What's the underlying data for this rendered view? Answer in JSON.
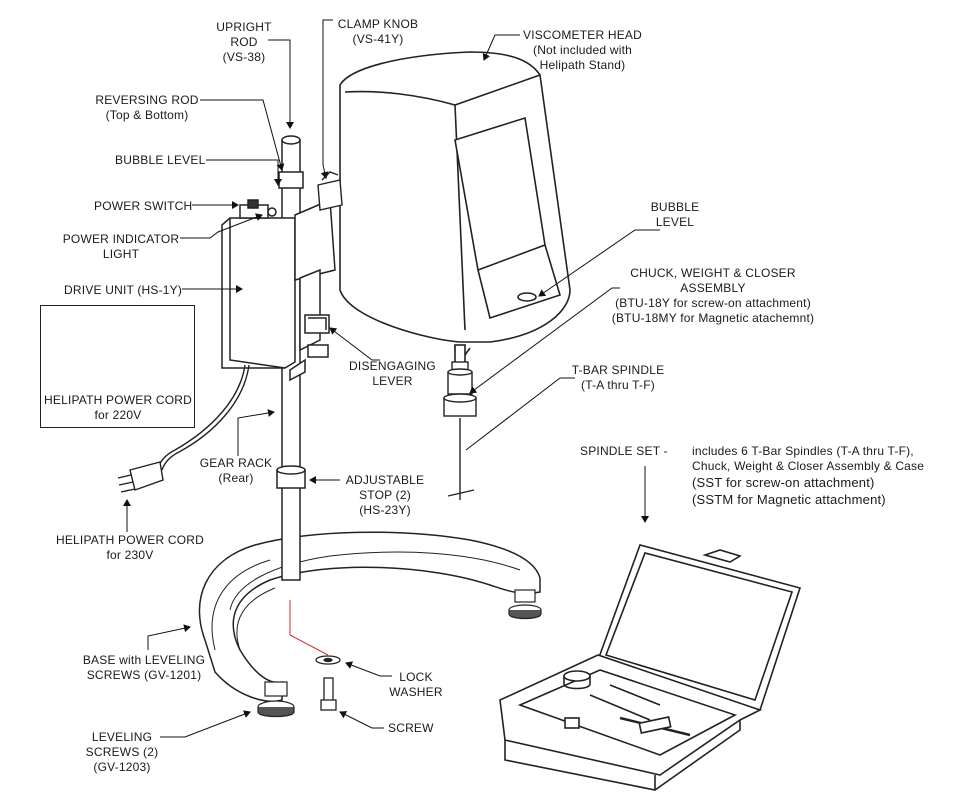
{
  "labels": {
    "upright_rod": [
      "UPRIGHT",
      "ROD",
      "(VS-38)"
    ],
    "clamp_knob": [
      "CLAMP KNOB",
      "(VS-41Y)"
    ],
    "viscometer_head": [
      "VISCOMETER HEAD",
      "(Not included with",
      "Helipath Stand)"
    ],
    "reversing_rod": [
      "REVERSING ROD",
      "(Top & Bottom)"
    ],
    "bubble_level_left": [
      "BUBBLE LEVEL"
    ],
    "power_switch": [
      "POWER SWITCH"
    ],
    "power_indicator": [
      "POWER INDICATOR",
      "LIGHT"
    ],
    "drive_unit": [
      "DRIVE UNIT (HS-1Y)"
    ],
    "bubble_level_right": [
      "BUBBLE",
      "LEVEL"
    ],
    "chuck_assembly": [
      "CHUCK, WEIGHT & CLOSER",
      "ASSEMBLY",
      "(BTU-18Y for screw-on attachment)",
      "(BTU-18MY for Magnetic atachemnt)"
    ],
    "power_cord_220": [
      "HELIPATH POWER CORD",
      "for 220V"
    ],
    "disengaging_lever": [
      "DISENGAGING",
      "LEVER"
    ],
    "tbar_spindle": [
      "T-BAR SPINDLE",
      "(T-A thru T-F)"
    ],
    "spindle_set": [
      "SPINDLE SET  -"
    ],
    "spindle_set_desc": [
      "includes 6 T-Bar Spindles (T-A thru T-F),",
      "Chuck, Weight & Closer Assembly & Case"
    ],
    "spindle_set_codes": [
      "(SST for screw-on attachment)",
      "(SSTM for Magnetic attachment)"
    ],
    "gear_rack": [
      "GEAR RACK",
      "(Rear)"
    ],
    "adjustable_stop": [
      "ADJUSTABLE",
      "STOP (2)",
      "(HS-23Y)"
    ],
    "power_cord_230": [
      "HELIPATH POWER CORD",
      "for 230V"
    ],
    "base": [
      "BASE with LEVELING",
      "SCREWS (GV-1201)"
    ],
    "lock_washer": [
      "LOCK",
      "WASHER"
    ],
    "screw": [
      "SCREW"
    ],
    "leveling_screws": [
      "LEVELING",
      "SCREWS (2)",
      "(GV-1203)"
    ]
  }
}
